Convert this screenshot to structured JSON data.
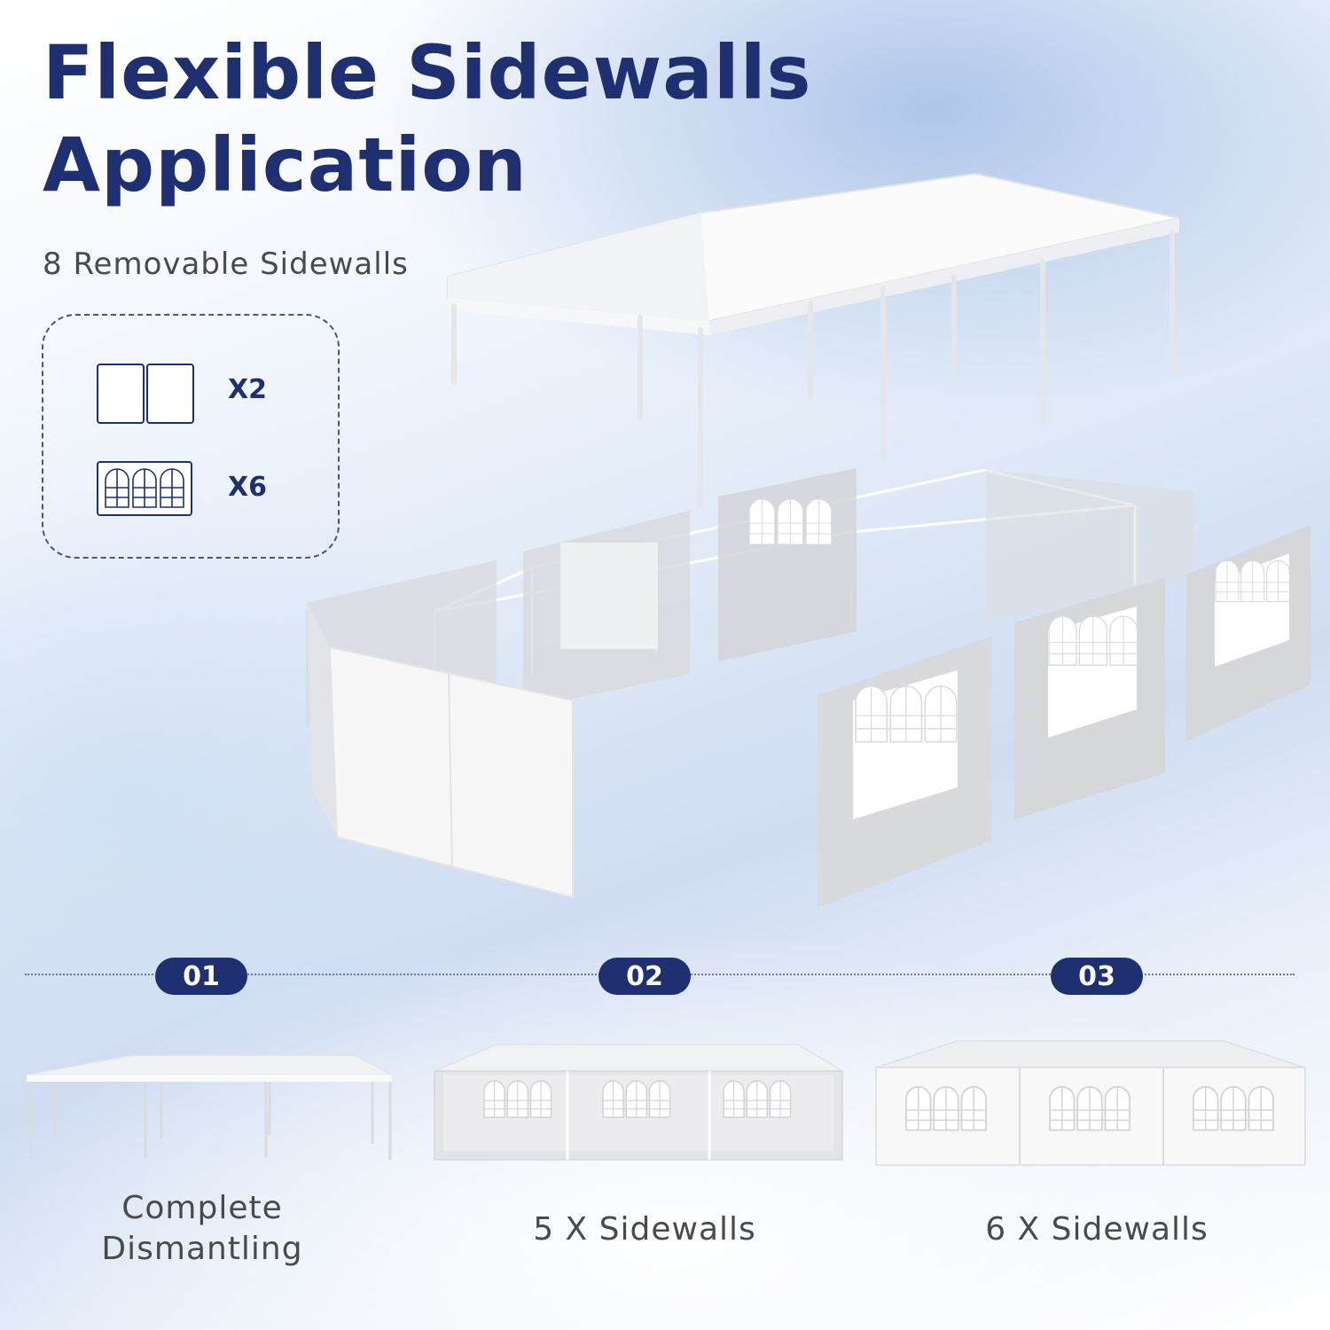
{
  "title_line1": "Flexible Sidewalls",
  "title_line2": "Application",
  "subtitle": "8 Removable Sidewalls",
  "legend": {
    "items": [
      {
        "icon": "plain-sidewall-icon",
        "count": "X2"
      },
      {
        "icon": "window-sidewall-icon",
        "count": "X6"
      }
    ]
  },
  "options": [
    {
      "number": "01",
      "line1": "Complete",
      "line2": "Dismantling"
    },
    {
      "number": "02",
      "line1": "5 X Sidewalls",
      "line2": ""
    },
    {
      "number": "03",
      "line1": "6 X Sidewalls",
      "line2": ""
    }
  ],
  "colors": {
    "brand_navy": "#1f3072",
    "text_gray": "#4a4a4a"
  }
}
